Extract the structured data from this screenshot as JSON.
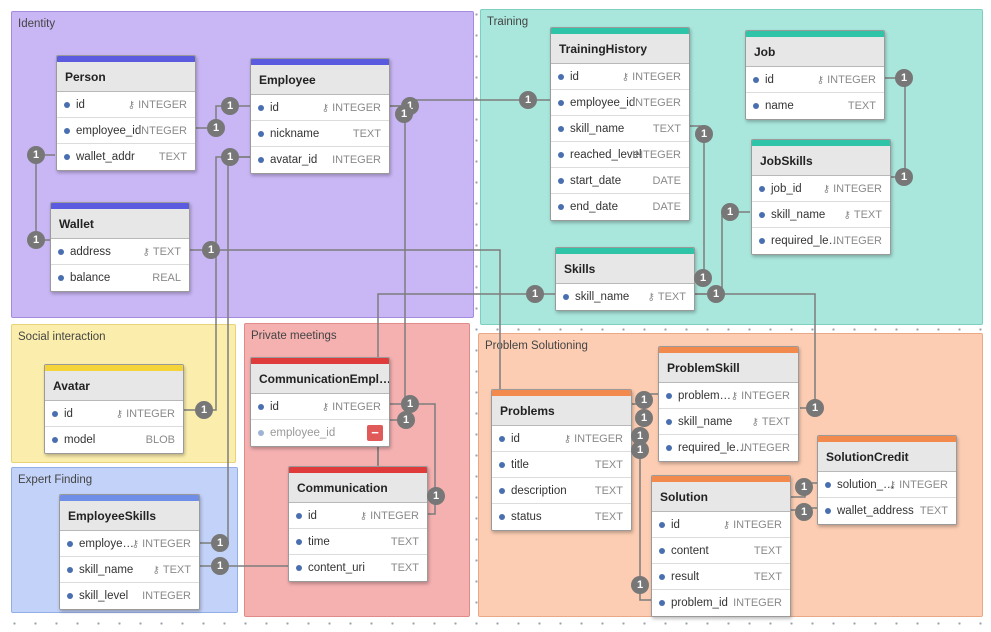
{
  "colors": {
    "link": "#7d7d7d",
    "badge": "#777777",
    "field_dot": "#4a6fb0"
  },
  "groups": [
    {
      "id": "identity",
      "label": "Identity",
      "bg": "#c9b6f5",
      "border": "#a58be0"
    },
    {
      "id": "training",
      "label": "Training",
      "bg": "#a9e6dc",
      "border": "#7dcfc1"
    },
    {
      "id": "social",
      "label": "Social interaction",
      "bg": "#fbeead",
      "border": "#e6d37a"
    },
    {
      "id": "private",
      "label": "Private meetings",
      "bg": "#f5b0b0",
      "border": "#e08a8a"
    },
    {
      "id": "problem",
      "label": "Problem Solutioning",
      "bg": "#fccdb3",
      "border": "#e9a987"
    },
    {
      "id": "expert",
      "label": "Expert Finding",
      "bg": "#c3d2f8",
      "border": "#93aee6"
    }
  ],
  "tables": [
    {
      "id": "person",
      "name": "Person",
      "accent": "#5b5bdf",
      "fields": [
        {
          "name": "id",
          "type": "INTEGER",
          "key": true
        },
        {
          "name": "employee_id",
          "type": "INTEGER"
        },
        {
          "name": "wallet_addr",
          "type": "TEXT"
        }
      ]
    },
    {
      "id": "employee",
      "name": "Employee",
      "accent": "#5b5bdf",
      "fields": [
        {
          "name": "id",
          "type": "INTEGER",
          "key": true
        },
        {
          "name": "nickname",
          "type": "TEXT"
        },
        {
          "name": "avatar_id",
          "type": "INTEGER"
        }
      ]
    },
    {
      "id": "wallet",
      "name": "Wallet",
      "accent": "#5b5bdf",
      "fields": [
        {
          "name": "address",
          "type": "TEXT",
          "key": true
        },
        {
          "name": "balance",
          "type": "REAL"
        }
      ]
    },
    {
      "id": "traininghistory",
      "name": "TrainingHistory",
      "accent": "#2fc3a8",
      "fields": [
        {
          "name": "id",
          "type": "INTEGER",
          "key": true
        },
        {
          "name": "employee_id",
          "type": "INTEGER"
        },
        {
          "name": "skill_name",
          "type": "TEXT"
        },
        {
          "name": "reached_level",
          "type": "INTEGER"
        },
        {
          "name": "start_date",
          "type": "DATE"
        },
        {
          "name": "end_date",
          "type": "DATE"
        }
      ]
    },
    {
      "id": "job",
      "name": "Job",
      "accent": "#2fc3a8",
      "fields": [
        {
          "name": "id",
          "type": "INTEGER",
          "key": true
        },
        {
          "name": "name",
          "type": "TEXT"
        }
      ]
    },
    {
      "id": "jobskills",
      "name": "JobSkills",
      "accent": "#2fc3a8",
      "fields": [
        {
          "name": "job_id",
          "type": "INTEGER",
          "key": true
        },
        {
          "name": "skill_name",
          "type": "TEXT",
          "key": true
        },
        {
          "name": "required_le…",
          "type": "INTEGER"
        }
      ]
    },
    {
      "id": "skills",
      "name": "Skills",
      "accent": "#2fc3a8",
      "fields": [
        {
          "name": "skill_name",
          "type": "TEXT",
          "key": true
        }
      ]
    },
    {
      "id": "avatar",
      "name": "Avatar",
      "accent": "#f5d43a",
      "fields": [
        {
          "name": "id",
          "type": "INTEGER",
          "key": true
        },
        {
          "name": "model",
          "type": "BLOB"
        }
      ]
    },
    {
      "id": "communicationemployee",
      "name": "CommunicationEmpl…",
      "accent": "#e03b3b",
      "fields": [
        {
          "name": "id",
          "type": "INTEGER",
          "key": true
        },
        {
          "name": "employee_id",
          "type": "",
          "muted": true,
          "removable": true,
          "remove_symbol": "−"
        }
      ]
    },
    {
      "id": "communication",
      "name": "Communication",
      "accent": "#e03b3b",
      "fields": [
        {
          "name": "id",
          "type": "INTEGER",
          "key": true
        },
        {
          "name": "time",
          "type": "TEXT"
        },
        {
          "name": "content_uri",
          "type": "TEXT"
        }
      ]
    },
    {
      "id": "employeeskills",
      "name": "EmployeeSkills",
      "accent": "#6f8ee8",
      "fields": [
        {
          "name": "employe…",
          "type": "INTEGER",
          "key": true
        },
        {
          "name": "skill_name",
          "type": "TEXT",
          "key": true
        },
        {
          "name": "skill_level",
          "type": "INTEGER"
        }
      ]
    },
    {
      "id": "problems",
      "name": "Problems",
      "accent": "#f28a4e",
      "fields": [
        {
          "name": "id",
          "type": "INTEGER",
          "key": true
        },
        {
          "name": "title",
          "type": "TEXT"
        },
        {
          "name": "description",
          "type": "TEXT"
        },
        {
          "name": "status",
          "type": "TEXT"
        }
      ]
    },
    {
      "id": "problemskill",
      "name": "ProblemSkill",
      "accent": "#f28a4e",
      "fields": [
        {
          "name": "problem…",
          "type": "INTEGER",
          "key": true
        },
        {
          "name": "skill_name",
          "type": "TEXT",
          "key": true
        },
        {
          "name": "required_le…",
          "type": "INTEGER"
        }
      ]
    },
    {
      "id": "solution",
      "name": "Solution",
      "accent": "#f28a4e",
      "fields": [
        {
          "name": "id",
          "type": "INTEGER",
          "key": true
        },
        {
          "name": "content",
          "type": "TEXT"
        },
        {
          "name": "result",
          "type": "TEXT"
        },
        {
          "name": "problem_id",
          "type": "INTEGER"
        }
      ]
    },
    {
      "id": "solutioncredit",
      "name": "SolutionCredit",
      "accent": "#f28a4e",
      "fields": [
        {
          "name": "solution_…",
          "type": "INTEGER",
          "key": true
        },
        {
          "name": "wallet_address",
          "type": "TEXT"
        }
      ]
    }
  ],
  "relationship_marker": "1",
  "key_icon": "key-icon"
}
